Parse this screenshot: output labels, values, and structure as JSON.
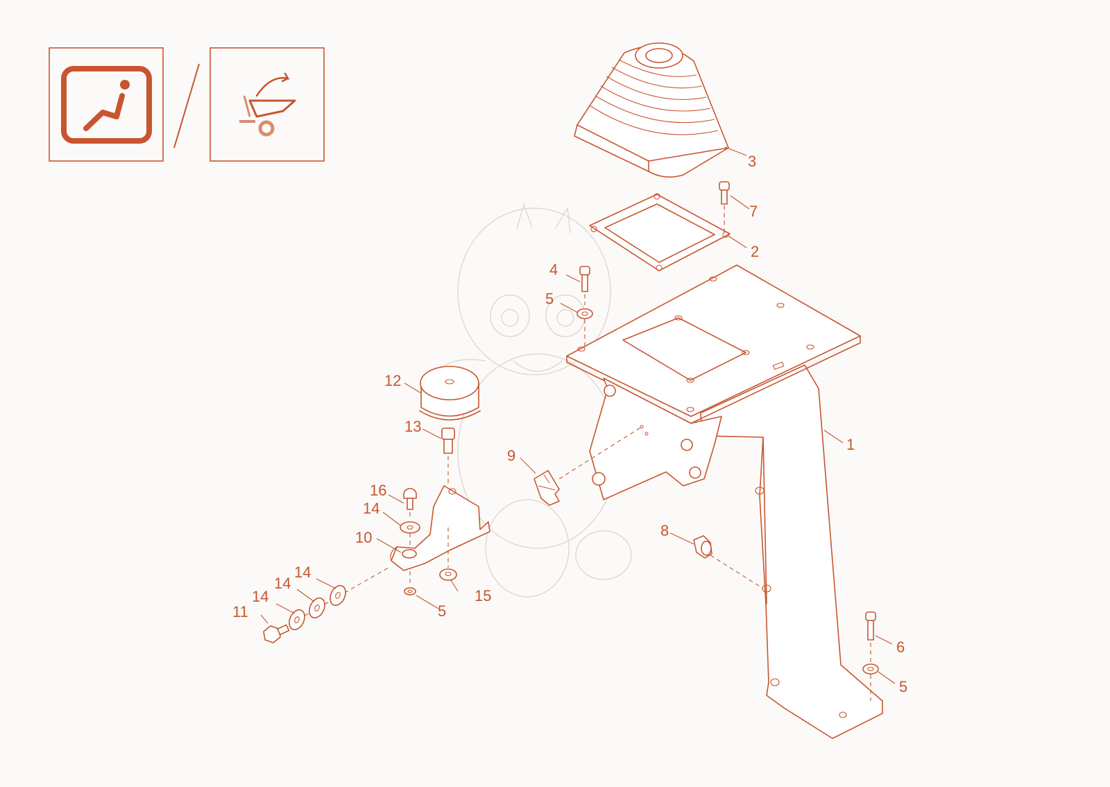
{
  "icons": {
    "left": "operator-seat-icon",
    "separator": "/",
    "right": "wheelbarrow-dump-icon"
  },
  "colors": {
    "line": "#c8552f",
    "background": "#fbfaf8",
    "watermark": "#d9d3cd"
  },
  "watermark": "dragon-illustration",
  "callouts": {
    "c1": "1",
    "c2": "2",
    "c3": "3",
    "c4": "4",
    "c5a": "5",
    "c5b": "5",
    "c5c": "5",
    "c6": "6",
    "c7": "7",
    "c8": "8",
    "c9": "9",
    "c10": "10",
    "c11": "11",
    "c12": "12",
    "c13": "13",
    "c14a": "14",
    "c14b": "14",
    "c14c": "14",
    "c14d": "14",
    "c15": "15",
    "c16": "16"
  }
}
